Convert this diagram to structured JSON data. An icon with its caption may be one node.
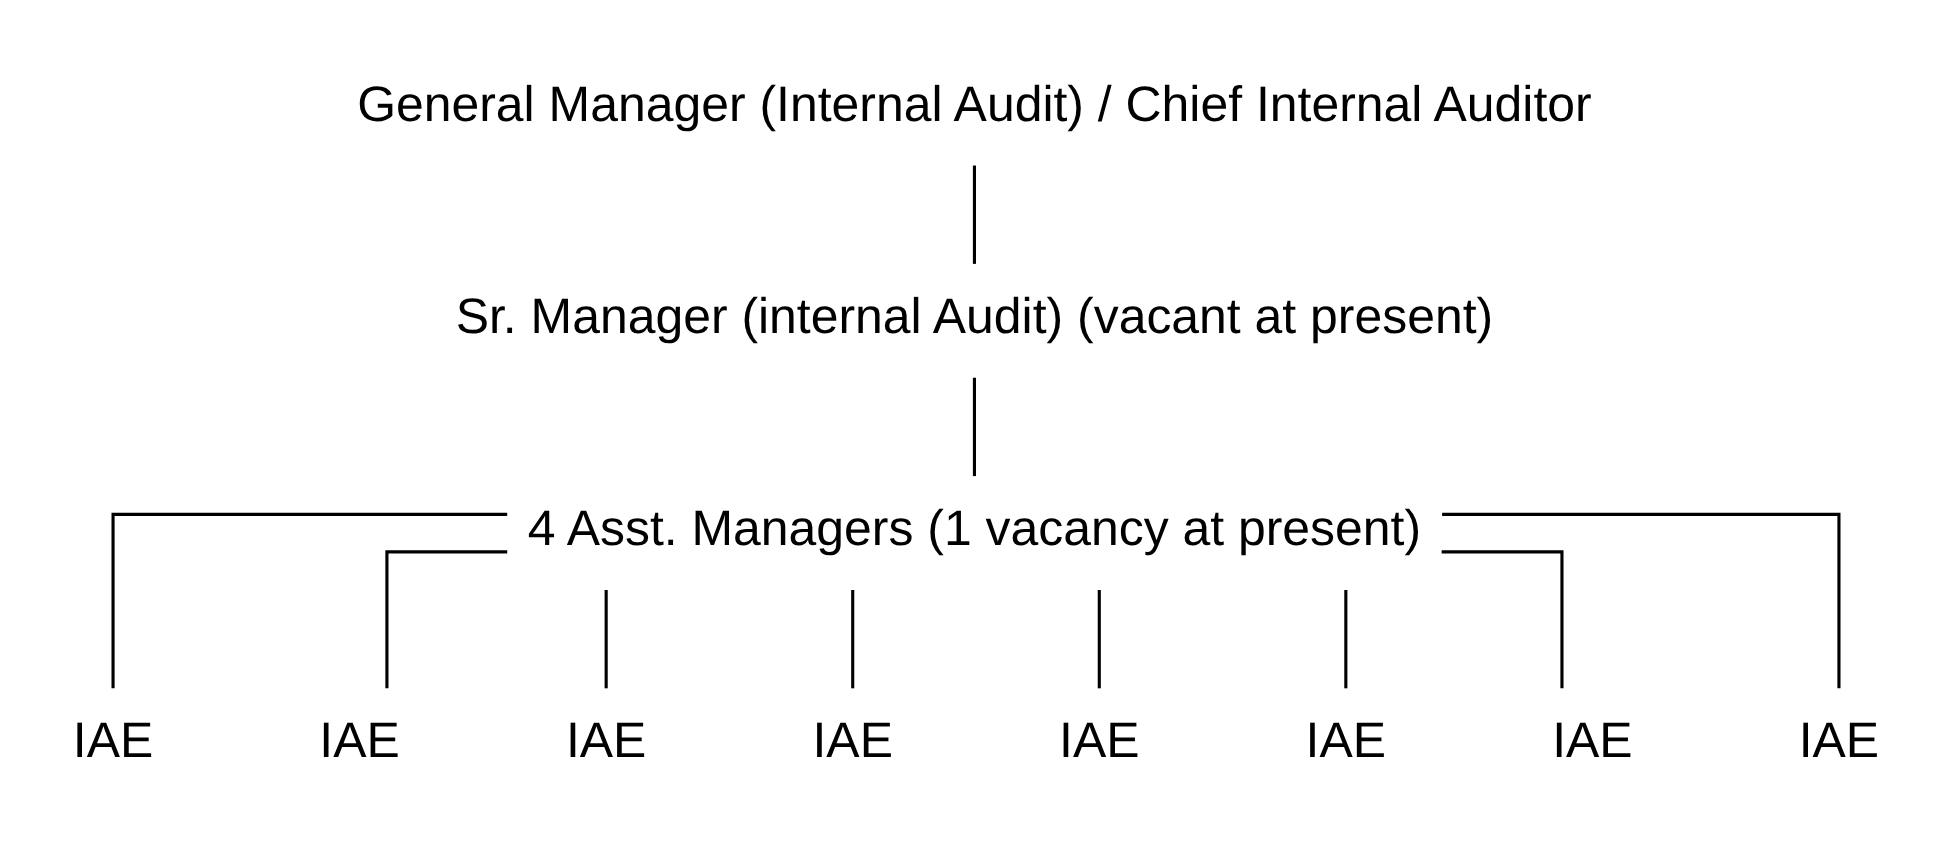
{
  "diagram": {
    "nodes": [
      {
        "text": [
          "General Manager (Internal Audit) / Chief Internal Auditor"
        ]
      },
      {
        "text": [
          "Sr. Manager (internal Audit) (vacant at present)"
        ]
      },
      {
        "text": [
          "4 Asst. Managers (1 vacancy at present)"
        ]
      },
      {
        "text": [
          "IAE"
        ]
      },
      {
        "text": [
          "IAE"
        ]
      },
      {
        "text": [
          "IAE"
        ]
      },
      {
        "text": [
          "IAE"
        ]
      },
      {
        "text": [
          "IAE"
        ]
      },
      {
        "text": [
          "IAE"
        ]
      },
      {
        "text": [
          "IAE"
        ]
      },
      {
        "text": [
          "IAE"
        ]
      }
    ],
    "edges": [
      {
        "from": 0,
        "to": 1,
        "arrow": "none"
      },
      {
        "from": 1,
        "to": 2,
        "arrow": "none"
      },
      {
        "from": 2,
        "to": 3,
        "arrow": "none"
      },
      {
        "from": 2,
        "to": 4,
        "arrow": "none"
      },
      {
        "from": 2,
        "to": 5,
        "arrow": "none"
      },
      {
        "from": 2,
        "to": 6,
        "arrow": "none"
      },
      {
        "from": 2,
        "to": 7,
        "arrow": "none"
      },
      {
        "from": 2,
        "to": 8,
        "arrow": "none"
      },
      {
        "from": 2,
        "to": 9,
        "arrow": "none"
      },
      {
        "from": 2,
        "to": 10,
        "arrow": "none"
      }
    ]
  }
}
